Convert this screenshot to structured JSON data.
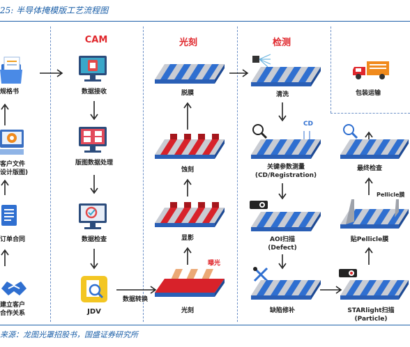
{
  "figure_title": "25: 半导体掩模版工艺流程图",
  "source": "来源：龙图光罩招股书，国盛证券研究所",
  "sections": {
    "cam": "CAM",
    "litho": "光刻",
    "inspect": "检测"
  },
  "steps": {
    "spec": "规格书",
    "customer_file_1": "客户文件",
    "customer_file_2": "设计版图)",
    "order_1": "订单合同",
    "relation_1": "建立客户",
    "relation_2": "合作关系",
    "data_receive": "数据接收",
    "layout_proc": "版图数据处理",
    "data_check": "数据检查",
    "jdv": "JDV",
    "data_convert": "数据转换",
    "expose": "光刻",
    "develop": "显影",
    "etch": "蚀刻",
    "strip": "脱膜",
    "exposure_tag": "曝光",
    "clean": "清洗",
    "cd_1": "关键参数测量",
    "cd_2": "(CD/Registration)",
    "cd_tag": "CD",
    "aoi_1": "AOI扫描",
    "aoi_2": "(Defect)",
    "repair": "缺陷修补",
    "starlight_1": "STARlight扫描",
    "starlight_2": "(Particle)",
    "pellicle": "贴Pellicle膜",
    "pellicle_tag": "Pellicle膜",
    "final_check": "最终检查",
    "ship": "包装运输"
  },
  "colors": {
    "accent_red": "#e0282d",
    "title_blue": "#1b5fa8",
    "plate_blue": "#2f6fd0",
    "stripe_gray": "#c9ccd3",
    "resist_red": "#d8222a",
    "resist_tan": "#e9a067"
  }
}
